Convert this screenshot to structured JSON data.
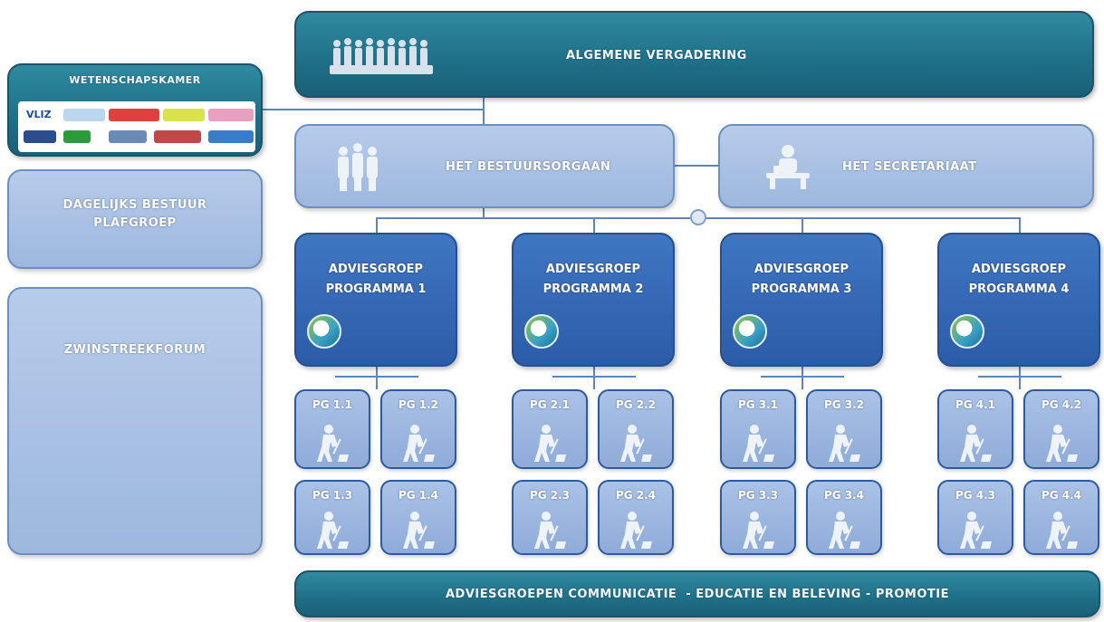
{
  "header": {
    "title": "ALGEMENE VERGADERING"
  },
  "left_panels": {
    "wetenschap": {
      "title": "WETENSCHAPSKAMER",
      "logos": [
        "VLIZ",
        "",
        "",
        "",
        "",
        "",
        "",
        "",
        "",
        ""
      ]
    },
    "dagelijks": {
      "line1": "DAGELIJKS BESTUUR",
      "line2": "PLAFGROEP"
    },
    "forum": {
      "title": "ZWINSTREEKFORUM"
    }
  },
  "governance": {
    "bestuur": "HET BESTUURSORGAAN",
    "secretariaat": "HET SECRETARIAAT"
  },
  "adviesgroepen": [
    {
      "line1": "ADVIESGROEP",
      "line2": "PROGRAMMA 1",
      "pgs": [
        "PG 1.1",
        "PG 1.2",
        "PG 1.3",
        "PG 1.4"
      ]
    },
    {
      "line1": "ADVIESGROEP",
      "line2": "PROGRAMMA 2",
      "pgs": [
        "PG 2.1",
        "PG 2.2",
        "PG 2.3",
        "PG 2.4"
      ]
    },
    {
      "line1": "ADVIESGROEP",
      "line2": "PROGRAMMA 3",
      "pgs": [
        "PG 3.1",
        "PG 3.2",
        "PG 3.3",
        "PG 3.4"
      ]
    },
    {
      "line1": "ADVIESGROEP",
      "line2": "PROGRAMMA 4",
      "pgs": [
        "PG 4.1",
        "PG 4.2",
        "PG 4.3",
        "PG 4.4"
      ]
    }
  ],
  "footer": {
    "title": "ADVIESGROEPEN COMMUNICATIE  - EDUCATIE EN BELEVING - PROMOTIE"
  },
  "colors": {
    "teal": "#1f6f87",
    "light_blue": "#a8c0e4",
    "program_blue": "#2f63ad"
  }
}
